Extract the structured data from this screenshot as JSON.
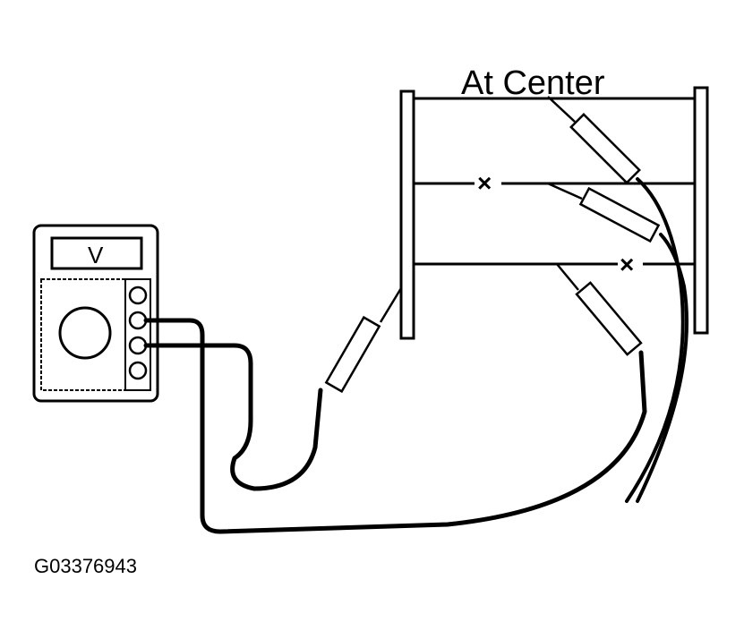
{
  "labels": {
    "position": "At Center",
    "meter_mode": "V",
    "figure_code": "G03376943",
    "break_mark": "×"
  },
  "colors": {
    "ink": "#000000",
    "paper": "#ffffff"
  }
}
